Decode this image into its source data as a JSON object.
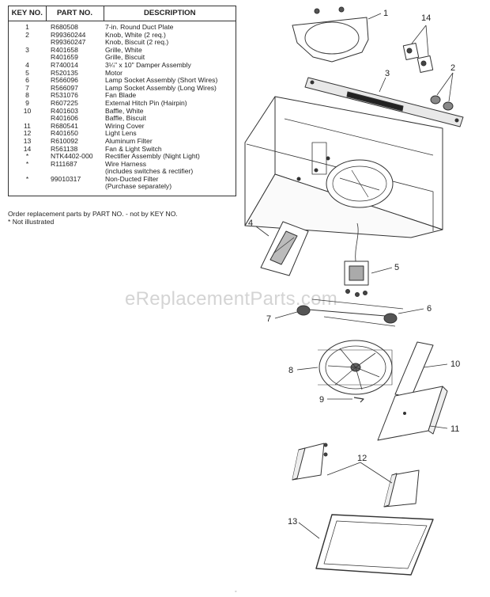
{
  "table": {
    "headers": {
      "key": "KEY NO.",
      "part": "PART NO.",
      "description": "DESCRIPTION"
    },
    "rows": [
      {
        "key": "1",
        "part": "R680508",
        "description": "7-in. Round Duct Plate"
      },
      {
        "key": "2",
        "part": "R99360244",
        "description": "Knob, White (2 req.)"
      },
      {
        "key": "",
        "part": "R99360247",
        "description": "Knob, Biscuit (2 req.)"
      },
      {
        "key": "3",
        "part": "R401658",
        "description": "Grille, White"
      },
      {
        "key": "",
        "part": "R401659",
        "description": "Grille, Biscuit"
      },
      {
        "key": "4",
        "part": "R740014",
        "description": "3¼\" x 10\" Damper Assembly"
      },
      {
        "key": "5",
        "part": "R520135",
        "description": "Motor"
      },
      {
        "key": "6",
        "part": "R566096",
        "description": "Lamp Socket Assembly (Short Wires)"
      },
      {
        "key": "7",
        "part": "R566097",
        "description": "Lamp Socket Assembly (Long Wires)"
      },
      {
        "key": "8",
        "part": "R531076",
        "description": "Fan Blade"
      },
      {
        "key": "9",
        "part": "R607225",
        "description": "External Hitch Pin (Hairpin)"
      },
      {
        "key": "10",
        "part": "R401603",
        "description": "Baffle, White"
      },
      {
        "key": "",
        "part": "R401606",
        "description": "Baffle, Biscuit"
      },
      {
        "key": "11",
        "part": "R680541",
        "description": "Wiring Cover"
      },
      {
        "key": "12",
        "part": "R401650",
        "description": "Light Lens"
      },
      {
        "key": "13",
        "part": "R610092",
        "description": "Aluminum Filter"
      },
      {
        "key": "14",
        "part": "R561138",
        "description": "Fan & Light Switch"
      },
      {
        "key": "*",
        "part": "NTK4402-000",
        "description": "Rectifier Assembly (Night Light)"
      },
      {
        "key": "*",
        "part": "R111687",
        "description": "Wire Harness"
      },
      {
        "key": "",
        "part": "",
        "description": "(includes switches & rectifier)"
      },
      {
        "key": "*",
        "part": "99010317",
        "description": "Non-Ducted Filter"
      },
      {
        "key": "",
        "part": "",
        "description": "(Purchase separately)"
      }
    ]
  },
  "notes": {
    "order": "Order replacement parts by PART NO. - not by KEY NO.",
    "not_illustrated": "* Not illustrated"
  },
  "callouts": {
    "c1": "1",
    "c14": "14",
    "c2": "2",
    "c3": "3",
    "c4": "4",
    "c5": "5",
    "c6": "6",
    "c7": "7",
    "c8": "8",
    "c9": "9",
    "c10": "10",
    "c11": "11",
    "c12": "12",
    "c13": "13"
  },
  "watermark": "eReplacementParts.com"
}
